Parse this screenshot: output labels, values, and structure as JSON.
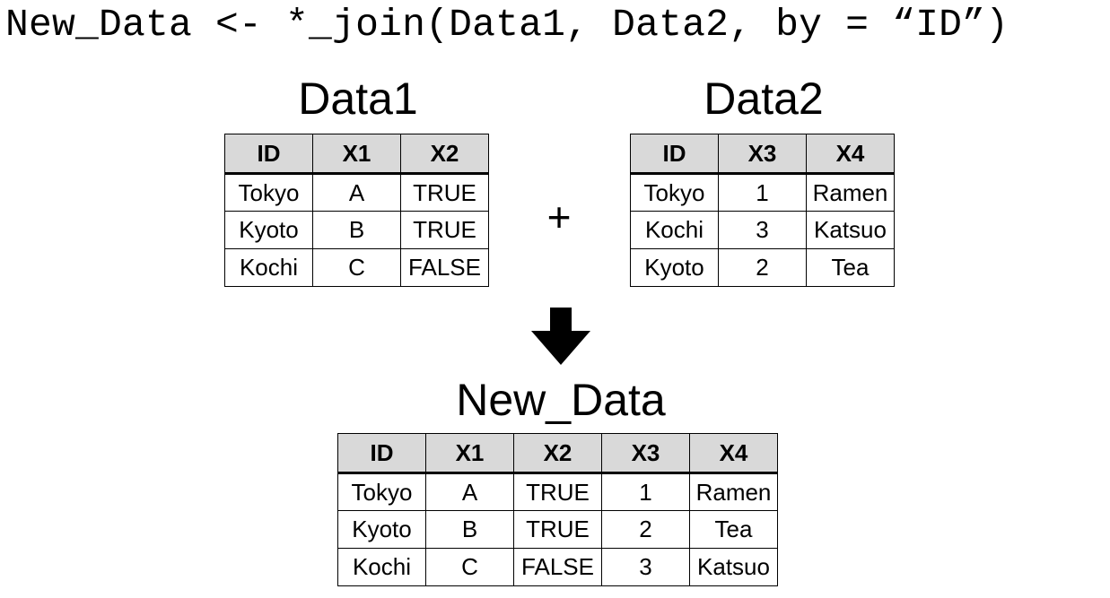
{
  "code": "New_Data <- *_join(Data1, Data2, by = “ID”)",
  "plus": "+",
  "tables": [
    {
      "title": "Data1",
      "columns": [
        "ID",
        "X1",
        "X2"
      ],
      "rows": [
        [
          "Tokyo",
          "A",
          "TRUE"
        ],
        [
          "Kyoto",
          "B",
          "TRUE"
        ],
        [
          "Kochi",
          "C",
          "FALSE"
        ]
      ]
    },
    {
      "title": "Data2",
      "columns": [
        "ID",
        "X3",
        "X4"
      ],
      "rows": [
        [
          "Tokyo",
          "1",
          "Ramen"
        ],
        [
          "Kochi",
          "3",
          "Katsuo"
        ],
        [
          "Kyoto",
          "2",
          "Tea"
        ]
      ]
    },
    {
      "title": "New_Data",
      "columns": [
        "ID",
        "X1",
        "X2",
        "X3",
        "X4"
      ],
      "rows": [
        [
          "Tokyo",
          "A",
          "TRUE",
          "1",
          "Ramen"
        ],
        [
          "Kyoto",
          "B",
          "TRUE",
          "2",
          "Tea"
        ],
        [
          "Kochi",
          "C",
          "FALSE",
          "3",
          "Katsuo"
        ]
      ]
    }
  ]
}
